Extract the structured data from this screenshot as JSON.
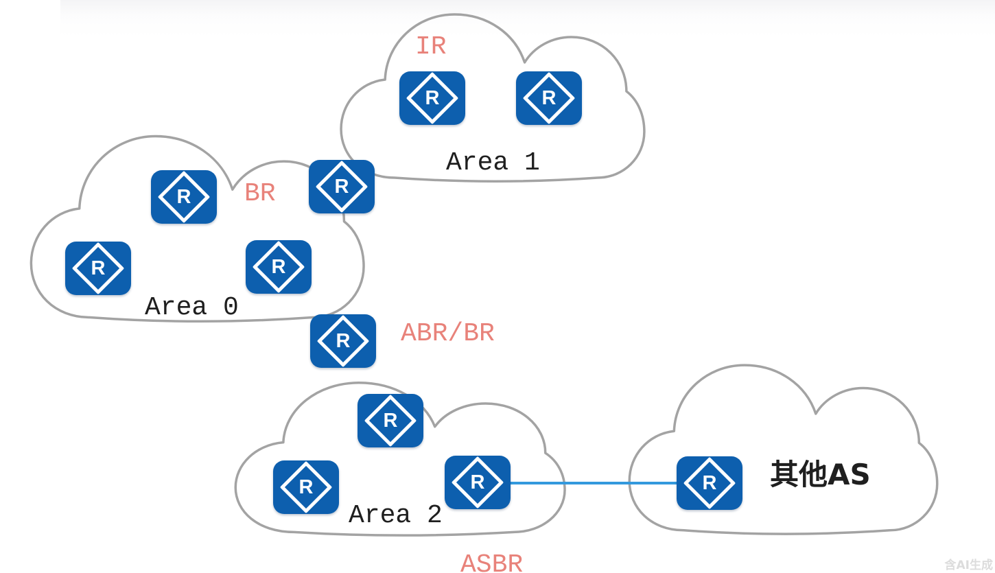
{
  "colors": {
    "router_blue": "#0d5fae",
    "label_red": "#e8827a",
    "cloud_stroke": "#a3a3a3",
    "link_blue": "#3399dd",
    "text_black": "#1f1f1f",
    "watermark_gray": "#dcdcdc"
  },
  "icons": {
    "router_glyph": "R"
  },
  "clouds": [
    {
      "id": "area-1",
      "label": "Area 1"
    },
    {
      "id": "area-0",
      "label": "Area 0"
    },
    {
      "id": "area-2",
      "label": "Area 2"
    },
    {
      "id": "other-as",
      "label": "其他AS"
    }
  ],
  "role_labels": {
    "ir": "IR",
    "br": "BR",
    "abr_br": "ABR/BR",
    "asbr": "ASBR"
  },
  "watermark": "含AI生成"
}
